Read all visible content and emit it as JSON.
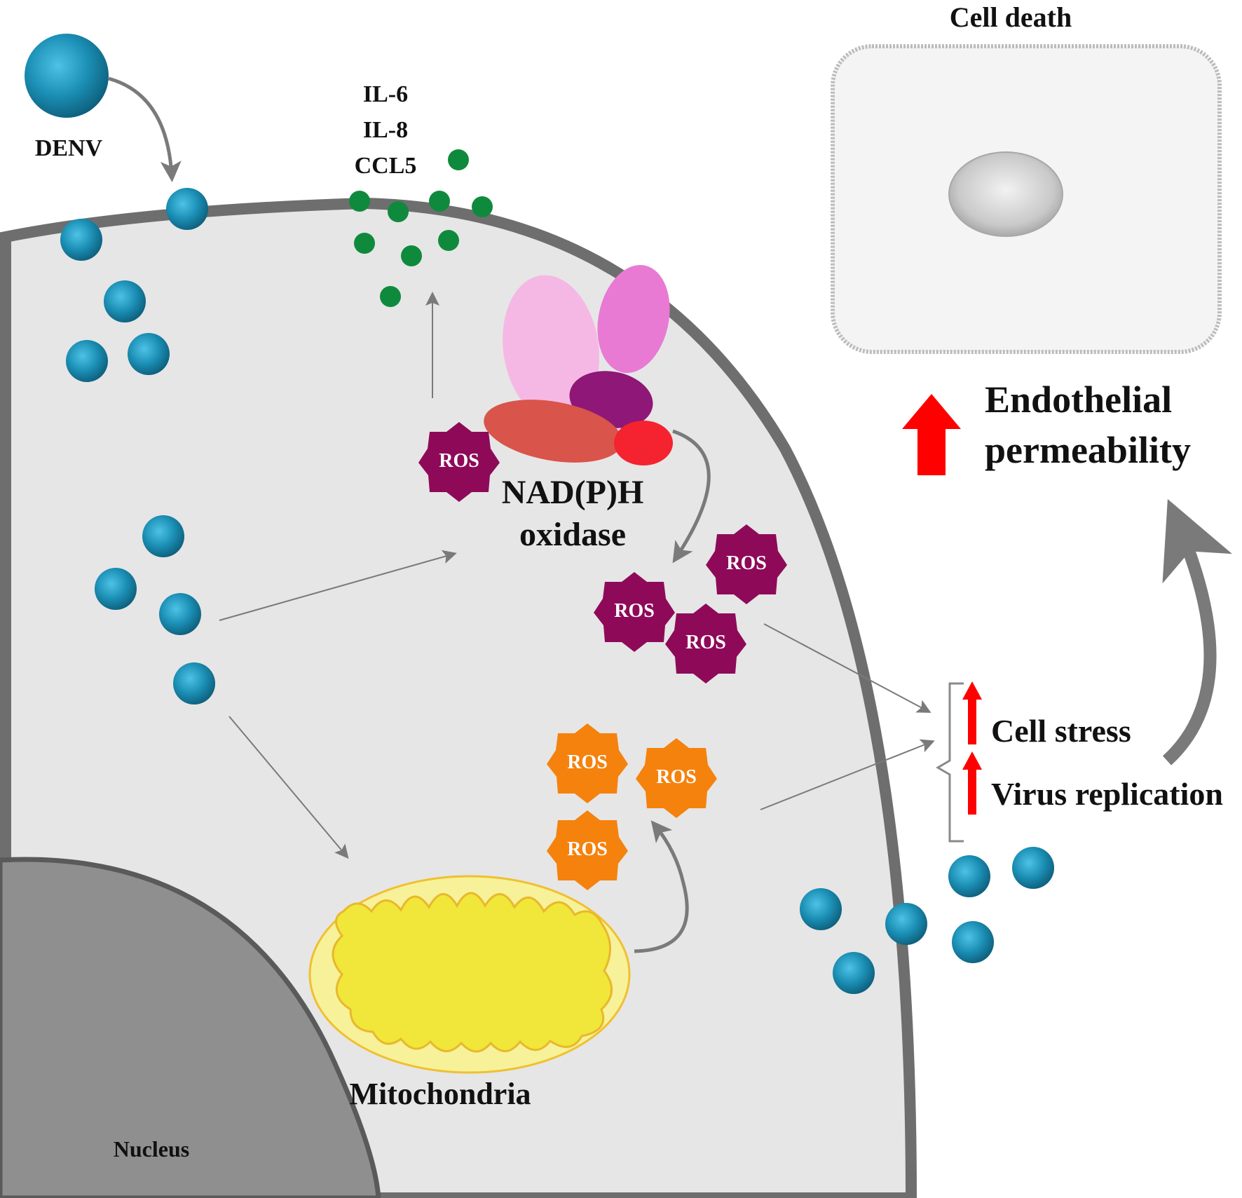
{
  "labels": {
    "denv": "DENV",
    "cytokines": [
      "IL-6",
      "IL-8",
      "CCL5"
    ],
    "nadph_oxidase": [
      "NAD(P)H",
      "oxidase"
    ],
    "mitochondria": "Mitochondria",
    "nucleus": "Nucleus",
    "cell_death": "Cell death",
    "endothelial_permeability": [
      "Endothelial",
      "permeability"
    ],
    "cell_stress": "Cell stress",
    "virus_replication": "Virus replication",
    "ros": "ROS"
  },
  "colors": {
    "virus": "#1b8fb5",
    "cytokine": "#0f8a3c",
    "ros_nadph": "#8e0a59",
    "ros_mito": "#f5820d",
    "increase_arrow": "#ff0000",
    "cell_fill": "#e6e6e6",
    "cell_membrane": "#6e6e6e",
    "nucleus": "#8f8f8f",
    "mitochondria": "#f1e63a",
    "arrow": "#7a7a7a"
  }
}
